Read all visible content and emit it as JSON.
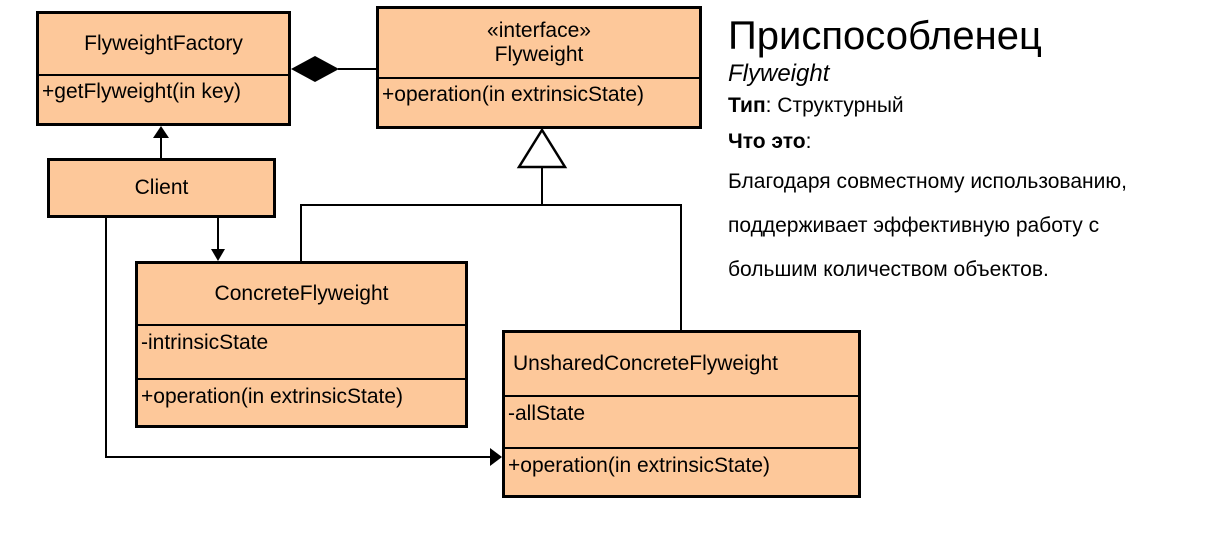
{
  "factory": {
    "name": "FlyweightFactory",
    "method": "+getFlyweight(in key)"
  },
  "flyweight": {
    "stereotype": "«interface»",
    "name": "Flyweight",
    "method": "+operation(in extrinsicState)"
  },
  "client": {
    "name": "Client"
  },
  "concrete": {
    "name": "ConcreteFlyweight",
    "attribute": "-intrinsicState",
    "method": "+operation(in extrinsicState)"
  },
  "unshared": {
    "name": "UnsharedConcreteFlyweight",
    "attribute": "-allState",
    "method": "+operation(in extrinsicState)"
  },
  "description": {
    "title": "Приспособленец",
    "subtitle": "Flyweight",
    "type_label": "Тип",
    "type_value": ": Структурный",
    "what_label": "Что это",
    "what_suffix": ":",
    "body_lines": [
      "Благодаря совместному использованию,",
      "поддерживает эффективную работу с",
      "большим количеством объектов."
    ]
  },
  "colors": {
    "class_fill": "#fdc89a",
    "line": "#000000"
  }
}
